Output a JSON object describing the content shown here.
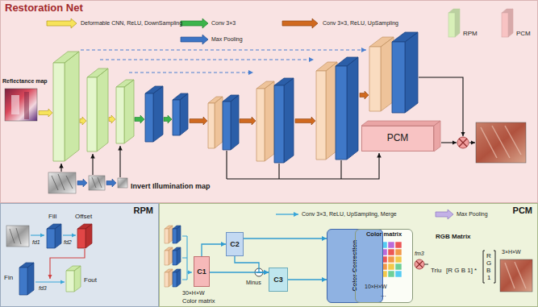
{
  "diagram": {
    "nodes": [
      {
        "text": [
          "Restoration Net"
        ]
      },
      {
        "text": [
          "PCM"
        ],
        "in": 0
      },
      {
        "text": [
          "RPM"
        ]
      },
      {
        "text": [
          "PCM"
        ]
      },
      {
        "text": [
          "C1"
        ],
        "in": 3
      },
      {
        "text": [
          "C2"
        ],
        "in": 3
      },
      {
        "text": [
          "C3"
        ],
        "in": 3
      },
      {
        "text": [
          "Color Correction"
        ],
        "in": 3
      },
      {
        "text": [
          "Color matrix"
        ],
        "in": 3
      }
    ],
    "edges": [
      {
        "from": 4,
        "to": 5,
        "arrow": "to"
      },
      {
        "from": 4,
        "to": 6,
        "arrow": "to"
      },
      {
        "from": 5,
        "to": 6,
        "arrow": "to"
      },
      {
        "from": 6,
        "to": 7,
        "arrow": "to"
      },
      {
        "from": 5,
        "to": 7,
        "arrow": "to"
      },
      {
        "from": 7,
        "to": 8,
        "arrow": "to"
      }
    ],
    "labels": [
      "Reflectance map",
      "Invert Illumination map",
      "Fill",
      "Offset",
      "fd1",
      "fd2",
      "Fin",
      "fd3",
      "Fout",
      "30×H×W",
      "Minus",
      "Color matrix",
      "10×H×W",
      "...",
      "RGB Matrix",
      "fm3",
      "Triu",
      "[R G B 1] *",
      "R",
      "G",
      "B",
      "1",
      "3×H×W"
    ],
    "legend": [
      {
        "text": "Deformable CNN, ReLU, DownSampling"
      },
      {
        "text": "Conv 3×3"
      },
      {
        "text": "Max Pooling"
      },
      {
        "text": "Conv 3×3, ReLU, UpSampling"
      },
      {
        "text": "RPM",
        "color": "#d8f0b8"
      },
      {
        "text": "PCM",
        "color": "#f8c3c3"
      },
      {
        "text": "Conv 3×3, ReLU, UpSampling, Merge"
      },
      {
        "text": "Max Pooling"
      }
    ]
  }
}
